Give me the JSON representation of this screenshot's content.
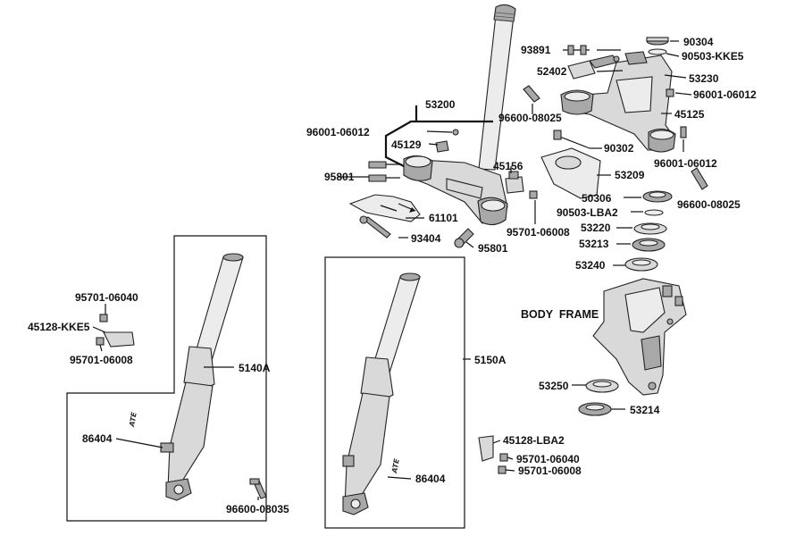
{
  "diagram": {
    "labels": {
      "p93891": "93891",
      "p90304": "90304",
      "p90503kke5": "90503-KKE5",
      "p52402": "52402",
      "p53230": "53230",
      "p96001_06012_top": "96001-06012",
      "p53200": "53200",
      "p96600_08025_left": "96600-08025",
      "p45125": "45125",
      "p96001_06012_left": "96001-06012",
      "p45129": "45129",
      "p90302": "90302",
      "p96001_06012_right": "96001-06012",
      "p45156": "45156",
      "p53209": "53209",
      "p95801_left": "95801",
      "p50306": "50306",
      "p96600_08025_right": "96600-08025",
      "p90503lba2": "90503-LBA2",
      "p61101": "61101",
      "p53220": "53220",
      "p95701_06008_mid": "95701-06008",
      "p93404": "93404",
      "p53213": "53213",
      "p95801_bottom": "95801",
      "p53240": "53240",
      "p95701_06040_left": "95701-06040",
      "p45128kke5": "45128-KKE5",
      "p95701_06008_left": "95701-06008",
      "body_frame": "BODY  FRAME",
      "p5140a": "5140A",
      "p5150a": "5150A",
      "p53250": "53250",
      "p53214": "53214",
      "p86404_left": "86404",
      "p45128lba2": "45128-LBA2",
      "p95701_06040_right": "95701-06040",
      "p95701_06008_right": "95701-06008",
      "p86404_right": "86404",
      "p96600_08035": "96600-08035"
    }
  }
}
